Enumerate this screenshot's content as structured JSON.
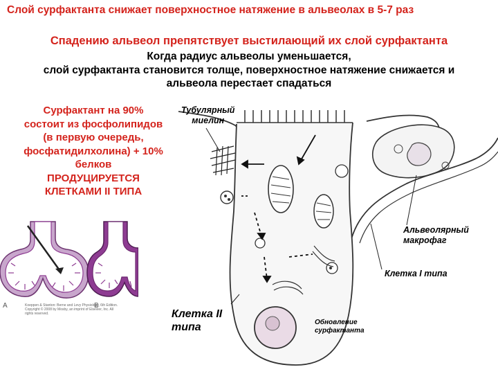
{
  "titles": {
    "line1": "Слой сурфактанта снижает поверхностное натяжение в альвеолах в 5-7 раз",
    "line2": "Спадению альвеол препятствует выстилающий их слой сурфактанта"
  },
  "explanation": {
    "line1": "Когда радиус альвеолы уменьшается,",
    "line2": "слой сурфактанта становится толще, поверхностное натяжение снижается и",
    "line3": "альвеола перестает спадаться"
  },
  "composition": {
    "line1": "Сурфактант на 90%",
    "line2": "состоит из фосфолипидов",
    "line3": "(в первую очередь,",
    "line4": "фосфатидилхолина) + 10%",
    "line5": "белков",
    "line6": "ПРОДУЦИРУЕТСЯ",
    "line7": "КЛЕТКАМИ II ТИПА"
  },
  "diagram_labels": {
    "tubular_line1": "Тубулярный",
    "tubular_line2": "миелин",
    "macrophage_line1": "Альвеолярный",
    "macrophage_line2": "макрофаг",
    "type1_cell": "Клетка I типа",
    "type2_line1": "Клетка II",
    "type2_line2": "типа",
    "renewal_line1": "Обновление",
    "renewal_line2": "сурфактанта"
  },
  "lung_figure": {
    "label_a": "A",
    "label_b": "B",
    "credit_line1": "Koeppen & Stanton: Berne and Levy Physiology, 6th Edition.",
    "credit_line2": "Copyright © 2008 by Mosby, an imprint of Elsevier, Inc. All rights reserved."
  },
  "colors": {
    "heading_red": "#d4231c",
    "lung_light": "#c8a6cc",
    "lung_dark": "#8e3c92"
  }
}
